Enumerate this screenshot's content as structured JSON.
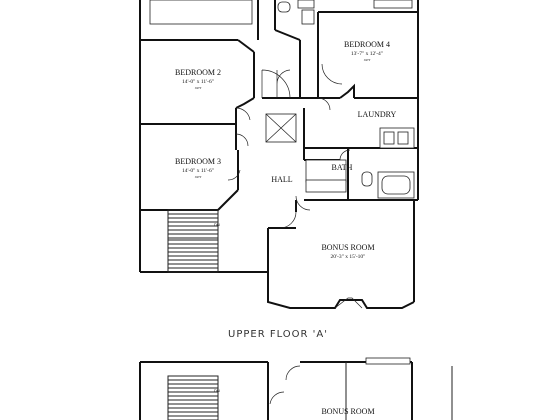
{
  "plan": {
    "caption": "UPPER FLOOR 'A'",
    "stair_label": "DN",
    "rooms": {
      "bedroom4": {
        "name": "BEDROOM 4",
        "dims": "13'-7\" x 12'-4\"",
        "note": "OPT"
      },
      "bedroom2": {
        "name": "BEDROOM 2",
        "dims": "14'-0\" x 11'-6\"",
        "note": "OPT"
      },
      "laundry": {
        "name": "LAUNDRY"
      },
      "bedroom3": {
        "name": "BEDROOM 3",
        "dims": "14'-0\" x 11'-6\"",
        "note": "OPT"
      },
      "bath": {
        "name": "BATH"
      },
      "hall": {
        "name": "HALL"
      },
      "bonus": {
        "name": "BONUS ROOM",
        "dims": "20'-3\" x 15'-10\""
      },
      "bonus_b": {
        "name": "BONUS ROOM"
      }
    }
  }
}
